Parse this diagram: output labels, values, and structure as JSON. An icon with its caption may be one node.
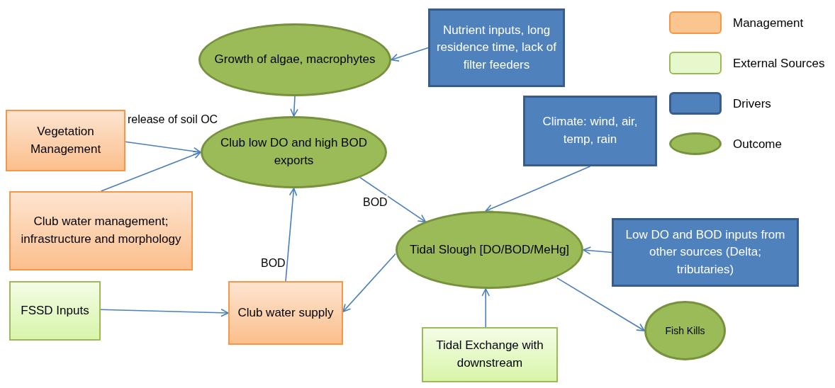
{
  "diagram": {
    "nodes": [
      {
        "text": [
          "Growth of algae, macrophytes"
        ]
      },
      {
        "text": [
          "Nutrient  inputs,  long residence time, lack of filter feeders"
        ]
      },
      {
        "text": [
          "Vegetation Management"
        ]
      },
      {
        "text": [
          "Club low DO and high BOD exports"
        ]
      },
      {
        "text": [
          "Climate: wind, air, temp, rain"
        ]
      },
      {
        "text": [
          "Club water management; infrastructure and morphology"
        ]
      },
      {
        "text": [
          "Tidal Slough [DO/BOD/MeHg]"
        ]
      },
      {
        "text": [
          "Low DO and BOD inputs from  other sources (Delta; tributaries)"
        ]
      },
      {
        "text": [
          "FSSD Inputs"
        ]
      },
      {
        "text": [
          "Club water supply"
        ]
      },
      {
        "text": [
          "Tidal Exchange with downstream"
        ]
      },
      {
        "text": [
          "Fish Kills"
        ]
      }
    ],
    "edges": [
      {
        "from": 1,
        "to": 0,
        "arrow": "to"
      },
      {
        "from": 0,
        "to": 3,
        "arrow": "to"
      },
      {
        "from": 2,
        "to": 3,
        "arrow": "to",
        "label": "release of soil OC"
      },
      {
        "from": 5,
        "to": 3,
        "arrow": "to"
      },
      {
        "from": 3,
        "to": 6,
        "arrow": "to",
        "label": "BOD"
      },
      {
        "from": 4,
        "to": 6,
        "arrow": "to"
      },
      {
        "from": 7,
        "to": 6,
        "arrow": "to"
      },
      {
        "from": 6,
        "to": 9,
        "arrow": "to"
      },
      {
        "from": 8,
        "to": 9,
        "arrow": "to"
      },
      {
        "from": 9,
        "to": 3,
        "arrow": "to",
        "label": "BOD"
      },
      {
        "from": 10,
        "to": 6,
        "arrow": "to"
      },
      {
        "from": 6,
        "to": 11,
        "arrow": "to"
      }
    ],
    "legend": [
      {
        "text": "Management",
        "color": "#fbc590"
      },
      {
        "text": "External Sources",
        "color": "#e6f8cc"
      },
      {
        "text": "Drivers",
        "color": "#4f81bd"
      },
      {
        "text": "Outcome",
        "color": "#9bbb59"
      }
    ]
  }
}
